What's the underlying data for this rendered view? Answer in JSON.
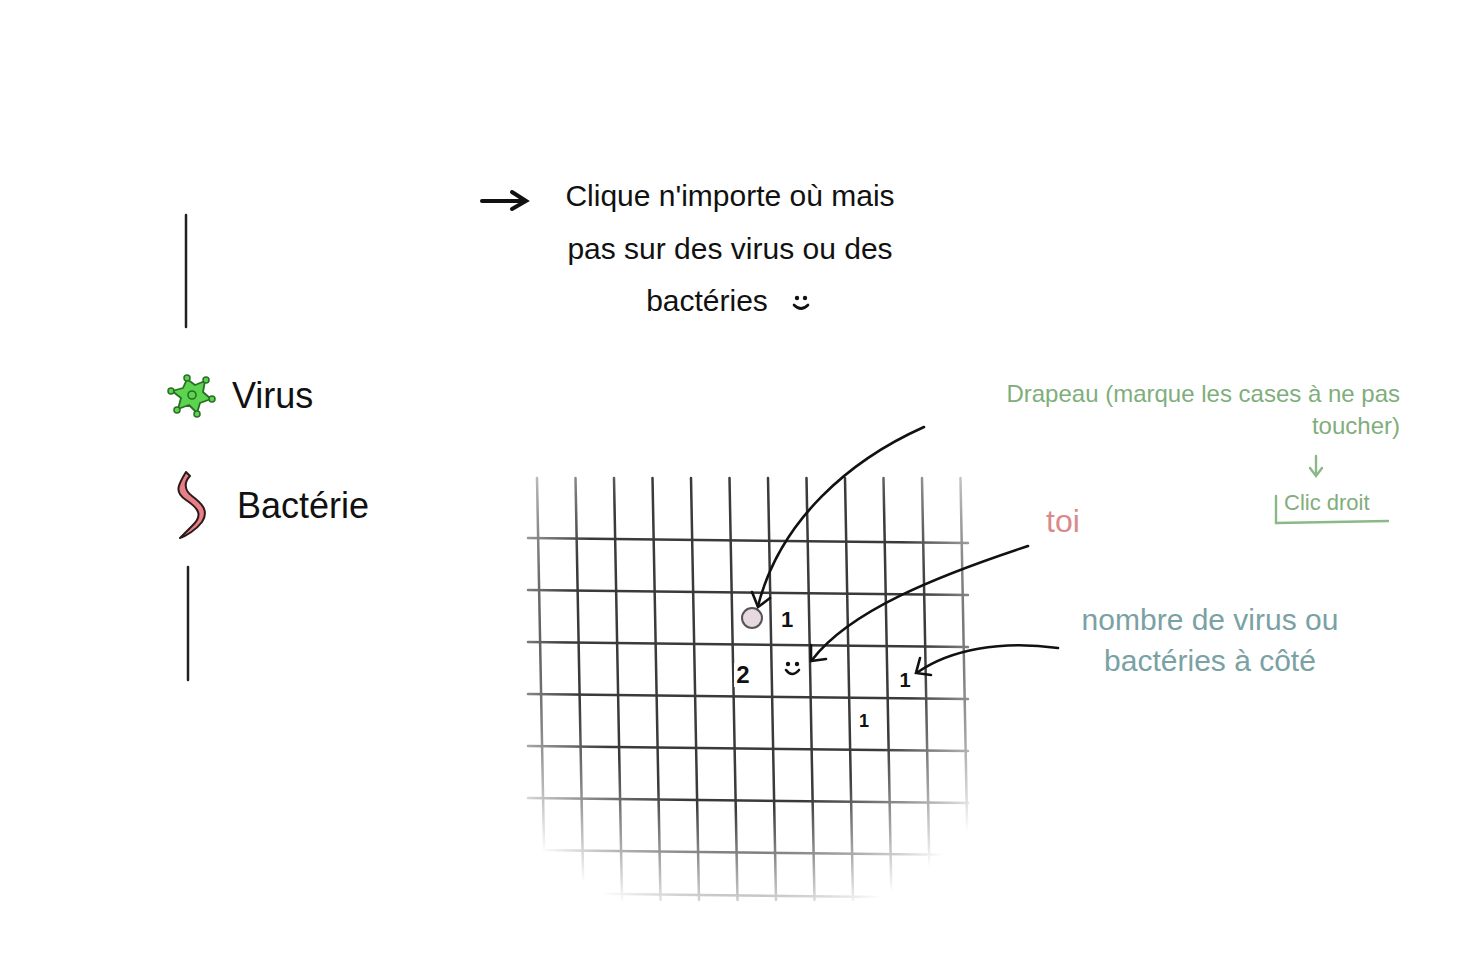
{
  "diagram": {
    "labels": [
      "Clique n'importe où mais pas sur des virus ou des bactéries",
      "Drapeau (marque les cases à ne pas toucher)",
      "Clic droit",
      "toi",
      "nombre de virus ou bactéries à côté",
      "1",
      "2",
      "1",
      "1"
    ],
    "legend": [
      {
        "text": "Virus"
      },
      {
        "text": "Bactérie"
      }
    ]
  }
}
